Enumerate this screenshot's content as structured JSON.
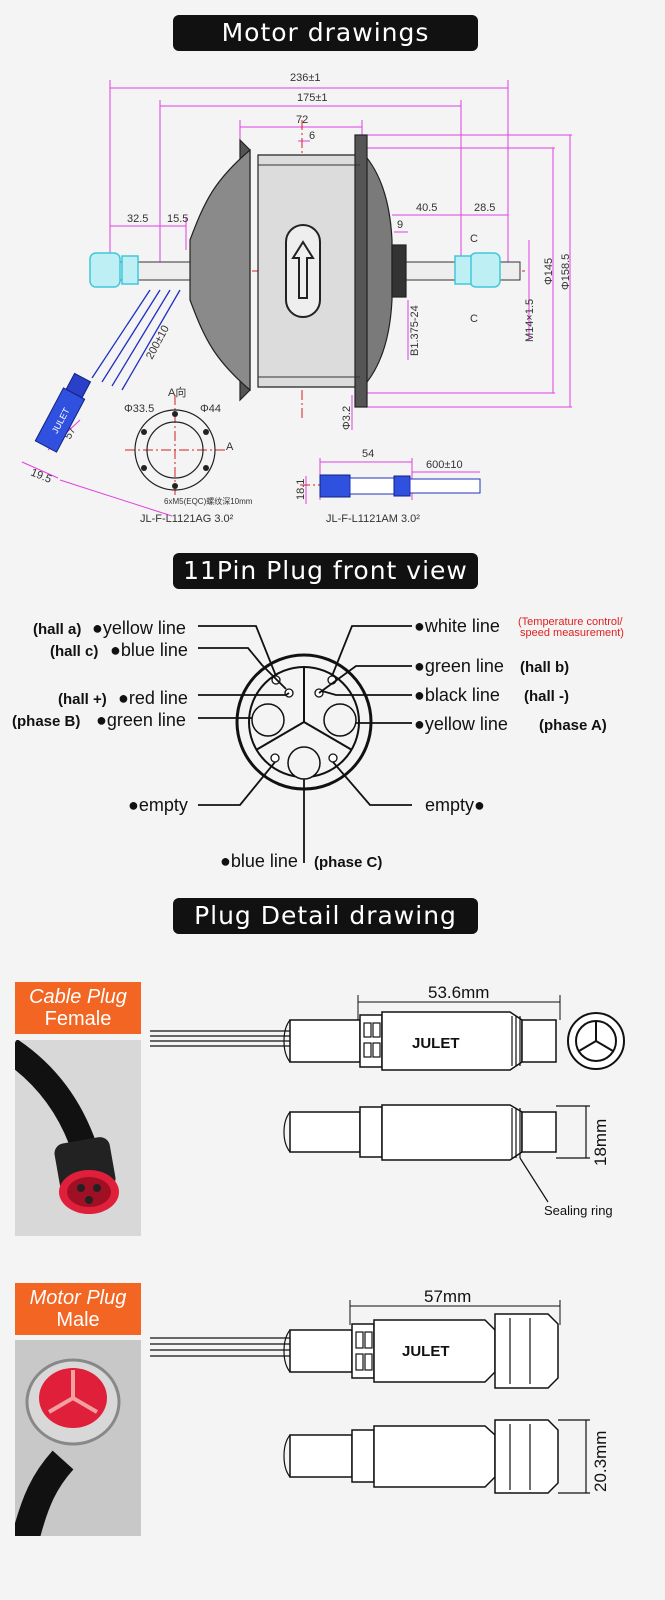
{
  "banners": {
    "motor": "Motor drawings",
    "pin": "11Pin Plug  front view",
    "plug": "Plug  Detail drawing"
  },
  "motor": {
    "dims": {
      "d236": "236±1",
      "d175": "175±1",
      "d72": "72",
      "d6": "6",
      "d32_5": "32.5",
      "d15_5": "15.5",
      "d40_5": "40.5",
      "d28_5": "28.5",
      "d9": "9",
      "c1": "C",
      "c2": "C",
      "phi145": "Φ145",
      "phi158": "Φ158.5",
      "m14": "M14×1.5",
      "thread": "B1.375-24",
      "phi3_2": "Φ3.2",
      "cable200": "200±10",
      "d57": "57",
      "d19_5": "19.5",
      "phi33": "Φ33.5",
      "phi44": "Φ44",
      "aview": "A向",
      "a": "A",
      "bolt": "6xM5(EQC)螺纹深10mm",
      "part_left": "JL-F-L1121AG 3.0²",
      "d54": "54",
      "d600": "600±10",
      "d18_1": "18.1",
      "part_right": "JL-F-L1121AM 3.0²",
      "julet": "JULET"
    }
  },
  "pins": {
    "left": [
      {
        "tag": "(hall a)",
        "text": "●yellow line"
      },
      {
        "tag": "(hall c)",
        "text": "●blue line"
      },
      {
        "tag": "(hall +)",
        "text": "●red line"
      },
      {
        "tag": "(phase B)",
        "text": "●green line"
      },
      {
        "tag": "",
        "text": "●empty"
      }
    ],
    "right": [
      {
        "text": "●white line",
        "tag": "(Temperature control/",
        "tag2": "speed measurement)"
      },
      {
        "text": "●green line",
        "tag": "(hall b)"
      },
      {
        "text": "●black line",
        "tag": "(hall -)"
      },
      {
        "text": "●yellow line",
        "tag": "(phase A)"
      },
      {
        "text": "empty●",
        "tag": ""
      }
    ],
    "bottom": {
      "text": "●blue line",
      "tag": "(phase C)"
    }
  },
  "plugs": {
    "female": {
      "title1": "Cable Plug",
      "title2": "Female",
      "length": "53.6mm",
      "height": "18mm",
      "seal": "Sealing ring",
      "brand": "JULET"
    },
    "male": {
      "title1": "Motor Plug",
      "title2": "Male",
      "length": "57mm",
      "height": "20.3mm",
      "brand": "JULET"
    }
  },
  "colors": {
    "accent": "#f26522",
    "pink": "#e040e0",
    "red": "#d42020",
    "blue": "#2030c0",
    "cyan": "#40c8d8"
  }
}
